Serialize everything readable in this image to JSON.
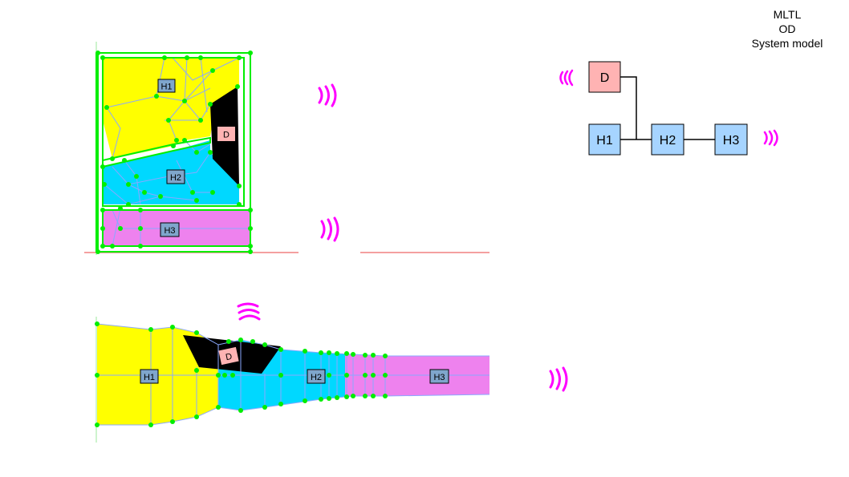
{
  "title": {
    "line1": "MLTL",
    "line2": "OD",
    "line3": "System model"
  },
  "regions": {
    "h1": {
      "label": "H1",
      "color": "#ffff00"
    },
    "h2": {
      "label": "H2",
      "color": "#00d8ff"
    },
    "h3": {
      "label": "H3",
      "color": "#ee82ee"
    },
    "d": {
      "label": "D",
      "color": "#000000"
    }
  },
  "system_model": {
    "nodes": [
      {
        "label": "D",
        "color": "#ffb3b3"
      },
      {
        "label": "H1",
        "color": "#a6d4ff"
      },
      {
        "label": "H2",
        "color": "#a6d4ff"
      },
      {
        "label": "H3",
        "color": "#a6d4ff"
      }
    ]
  },
  "colors": {
    "mesh_node": "#00ee00",
    "mesh_edge": "#8aa8ff",
    "boundary": "#00ee00",
    "ground_line": "#e84040",
    "source_arcs": "#ff00ff",
    "label_box": "#7fa6cc",
    "d_label_box": "#ffb3b3"
  }
}
